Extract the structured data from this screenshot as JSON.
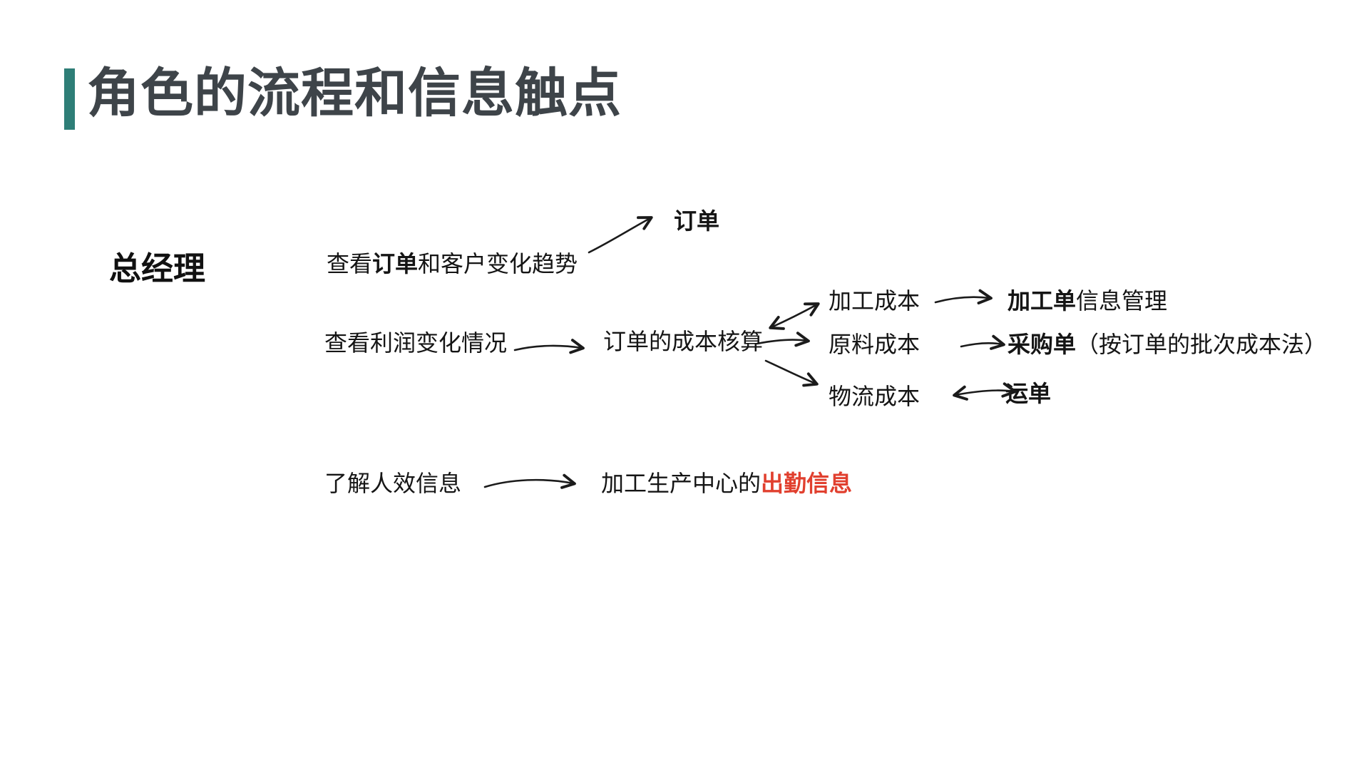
{
  "slide": {
    "title": "角色的流程和信息触点",
    "colors": {
      "accent_bar": "#2E7E77",
      "title_text": "#3E4449",
      "body_text": "#151515",
      "highlight_red": "#E1402F",
      "background": "#FFFFFF"
    }
  },
  "role": {
    "label": "总经理"
  },
  "flows": {
    "orders": {
      "task_prefix": "查看",
      "task_bold": "订单",
      "task_suffix": "和客户变化趋势",
      "target": "订单"
    },
    "profit": {
      "task": "查看利润变化情况",
      "node": "订单的成本核算",
      "branches": [
        {
          "cost": "加工成本",
          "target_bold": "加工单",
          "target_rest": "信息管理"
        },
        {
          "cost": "原料成本",
          "target_bold": "采购单",
          "target_rest": "（按订单的批次成本法）"
        },
        {
          "cost": "物流成本",
          "target_bold": "运单",
          "target_rest": ""
        }
      ]
    },
    "efficiency": {
      "task": "了解人效信息",
      "target_prefix": "加工生产中心的",
      "target_highlight": "出勤信息"
    }
  }
}
